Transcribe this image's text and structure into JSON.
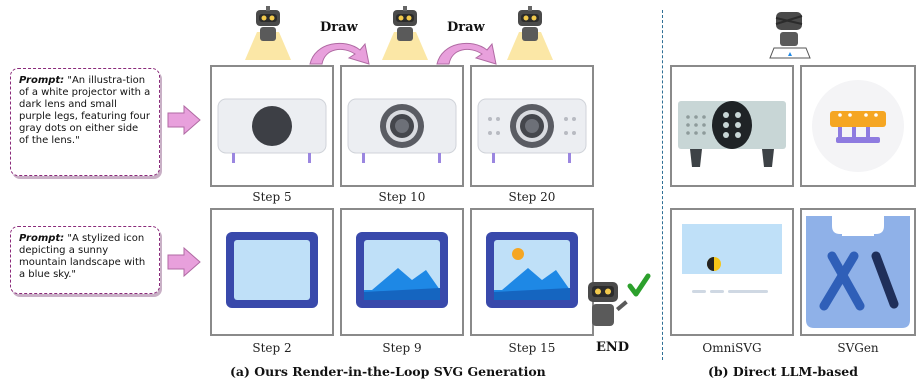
{
  "draw_label_1": "Draw",
  "draw_label_2": "Draw",
  "prompt1": {
    "label": "Prompt:",
    "text": " \"An illustra-tion of a white projector with a dark lens and small purple legs, featuring four gray dots on either side of the lens.\""
  },
  "prompt2": {
    "label": "Prompt:",
    "text": " \"A stylized icon depicting a sunny mountain landscape with a blue sky.\""
  },
  "row1_steps": [
    "Step 5",
    "Step 10",
    "Step 20"
  ],
  "row2_steps": [
    "Step 2",
    "Step 9",
    "Step 15"
  ],
  "end_label": "END",
  "baselines": [
    "OmniSVG",
    "SVGen"
  ],
  "caption_a": "(a) Ours Render-in-the-Loop SVG Generation",
  "caption_b": "(b) Direct LLM-based",
  "colors": {
    "accent_arrow": "#e8a0dc",
    "panel_border": "#8a8a8a",
    "divider": "#2f6f95",
    "robot_body": "#4a4a4a",
    "robot_eyes": "#f2c94c",
    "check_green": "#2ca02c"
  }
}
